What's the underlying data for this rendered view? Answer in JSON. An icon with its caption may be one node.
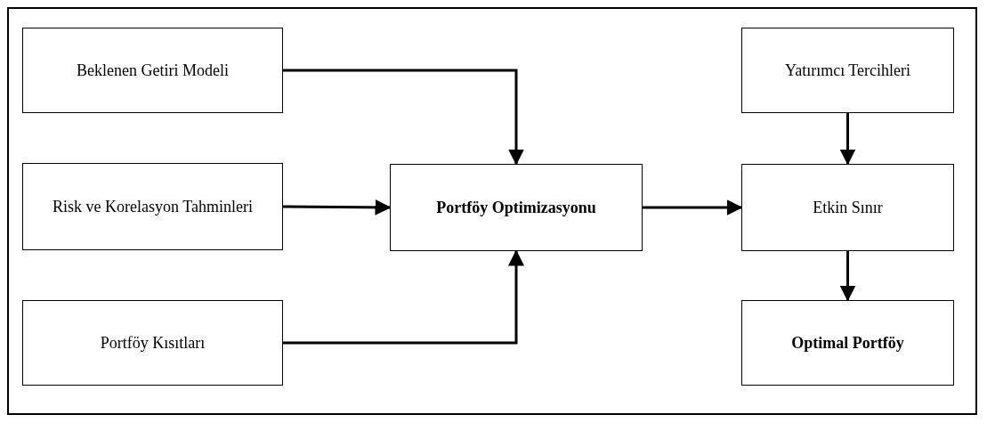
{
  "diagram": {
    "nodes": [
      {
        "text": [
          "Beklenen Getiri Modeli"
        ]
      },
      {
        "text": [
          "Risk ve Korelasyon Tahminleri"
        ]
      },
      {
        "text": [
          "Portföy Kısıtları"
        ]
      },
      {
        "text": [
          "Portföy Optimizasyonu"
        ]
      },
      {
        "text": [
          "Yatırımcı Tercihleri"
        ]
      },
      {
        "text": [
          "Etkin Sınır"
        ]
      },
      {
        "text": [
          "Optimal Portföy"
        ]
      }
    ],
    "edges": [
      {
        "from": 0,
        "to": 3,
        "arrow": "to"
      },
      {
        "from": 1,
        "to": 3,
        "arrow": "to"
      },
      {
        "from": 2,
        "to": 3,
        "arrow": "to"
      },
      {
        "from": 3,
        "to": 5,
        "arrow": "to"
      },
      {
        "from": 4,
        "to": 5,
        "arrow": "to"
      },
      {
        "from": 5,
        "to": 6,
        "arrow": "to"
      }
    ]
  }
}
